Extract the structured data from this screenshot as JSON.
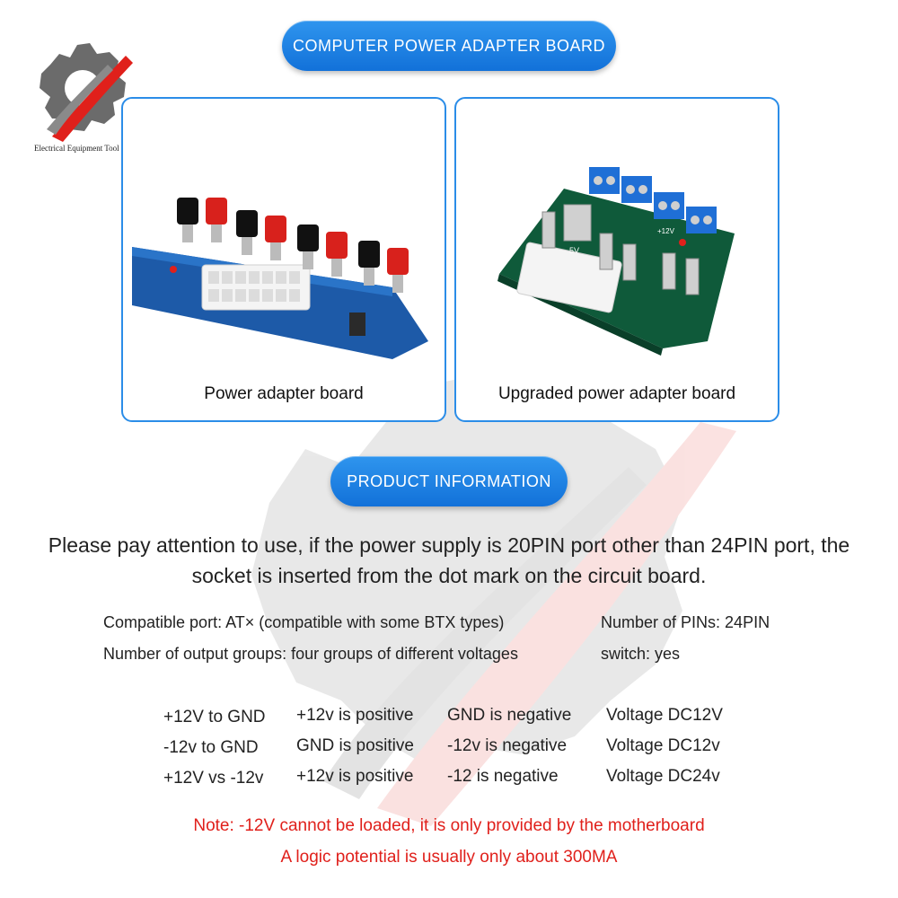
{
  "brand": {
    "tagline": "Electrical Equipment Tool",
    "colors": {
      "red": "#e0201b",
      "grey": "#6b6b6b",
      "blue": "#1e82e6"
    }
  },
  "header": {
    "title": "COMPUTER POWER ADAPTER BOARD"
  },
  "products": [
    {
      "caption": "Power adapter board"
    },
    {
      "caption": "Upgraded power adapter board"
    }
  ],
  "section": {
    "title": "PRODUCT INFORMATION"
  },
  "notice": "Please pay attention to use, if the power supply is 20PIN port other than 24PIN port, the socket is inserted from the dot mark on the circuit board.",
  "specs": {
    "compatible_port": "Compatible port: AT× (compatible with some BTX types)",
    "pins": "Number of PINs: 24PIN",
    "output_groups": "Number of output groups: four groups of different voltages",
    "switch": "switch: yes"
  },
  "voltage_table": [
    [
      "+12V to GND",
      "+12v is positive",
      "GND is negative",
      "Voltage DC12V"
    ],
    [
      "-12v to GND",
      "GND is positive",
      "-12v is negative",
      "Voltage DC12v"
    ],
    [
      "+12V vs -12v",
      "+12v is positive",
      "-12 is negative",
      "Voltage DC24v"
    ]
  ],
  "notes": [
    "Note: -12V cannot be loaded, it is only provided by the motherboard",
    "A logic potential is usually only about 300MA"
  ],
  "board_labels": {
    "upgraded_marking": "5V",
    "upgraded_marking2": "+12V"
  }
}
